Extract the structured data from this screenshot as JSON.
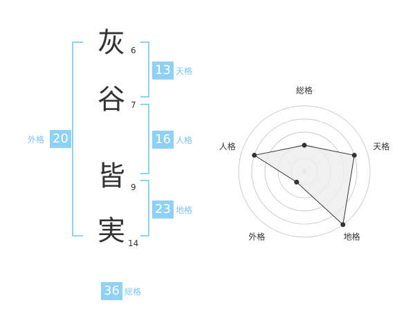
{
  "name": {
    "chars": [
      {
        "char": "灰",
        "strokes": "6"
      },
      {
        "char": "谷",
        "strokes": "7"
      },
      {
        "char": "皆",
        "strokes": "9"
      },
      {
        "char": "実",
        "strokes": "14"
      }
    ]
  },
  "fortunes": {
    "tenkaku": {
      "value": "13",
      "label": "天格"
    },
    "jinkaku": {
      "value": "16",
      "label": "人格"
    },
    "chikaku": {
      "value": "23",
      "label": "地格"
    },
    "gaikaku": {
      "value": "20",
      "label": "外格"
    },
    "soukaku": {
      "value": "36",
      "label": "総格"
    }
  },
  "chart_data": {
    "type": "radar",
    "axes": [
      "総格",
      "天格",
      "地格",
      "外格",
      "人格"
    ],
    "values": [
      2,
      4,
      5,
      1,
      4
    ],
    "max": 5,
    "rings": 5,
    "colors": {
      "fill": "#ececec",
      "line": "#333333",
      "grid": "#cccccc",
      "accent": "#8fd0f5"
    }
  }
}
